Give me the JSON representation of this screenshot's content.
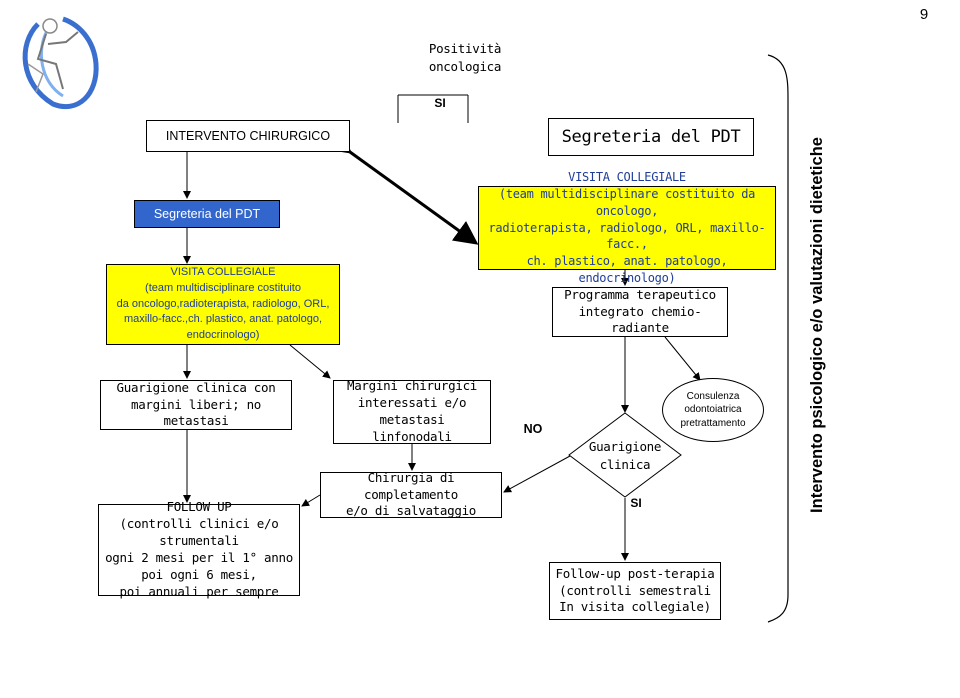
{
  "page_number": "9",
  "positivity": {
    "line1": "Positività",
    "line2": "oncologica"
  },
  "si_top": "SI",
  "no_label": "NO",
  "si_bottom": "SI",
  "left": {
    "surgery": "INTERVENTO CHIRURGICO",
    "secretariat": "Segreteria del PDT",
    "collegial": {
      "title": "VISITA COLLEGIALE",
      "lines": [
        "(team multidisciplinare costituito",
        "da oncologo,radioterapista, radiologo, ORL,",
        "maxillo-facc.,ch. plastico, anat. patologo,",
        "endocrinologo)"
      ]
    },
    "healing": [
      "Guarigione clinica con",
      "margini liberi; no metastasi"
    ],
    "followup": [
      "FOLLOW UP",
      "(controlli clinici e/o strumentali",
      "ogni 2 mesi per il 1° anno",
      "poi ogni 6 mesi,",
      "poi annuali per sempre"
    ]
  },
  "middle": {
    "margins": [
      "Margini chirurgici",
      "interessati e/o metastasi",
      "linfonodali"
    ],
    "completion": [
      "Chirurgia di completamento",
      "e/o di salvataggio"
    ]
  },
  "right": {
    "secretariat": "Segreteria del PDT",
    "collegial": {
      "title": "VISITA COLLEGIALE",
      "lines": [
        "(team multidisciplinare costituito da oncologo,",
        "radioterapista, radiologo, ORL, maxillo-facc.,",
        "ch. plastico, anat. patologo, endocrinologo)"
      ]
    },
    "program": [
      "Programma terapeutico",
      "integrato chemio-radiante"
    ],
    "healing": [
      "Guarigione",
      "clinica"
    ],
    "dental": [
      "Consulenza",
      "odontoiatrica",
      "pretrattamento"
    ],
    "followup": [
      "Follow-up post-terapia",
      "(controlli semestrali",
      "In visita collegiale)"
    ]
  },
  "side_label": "Intervento psicologico e/o valutazioni dietetiche",
  "colors": {
    "secretariat_fill": "#3366cc",
    "collegial_fill": "#ffff00",
    "collegial_text": "#1f3d99"
  }
}
